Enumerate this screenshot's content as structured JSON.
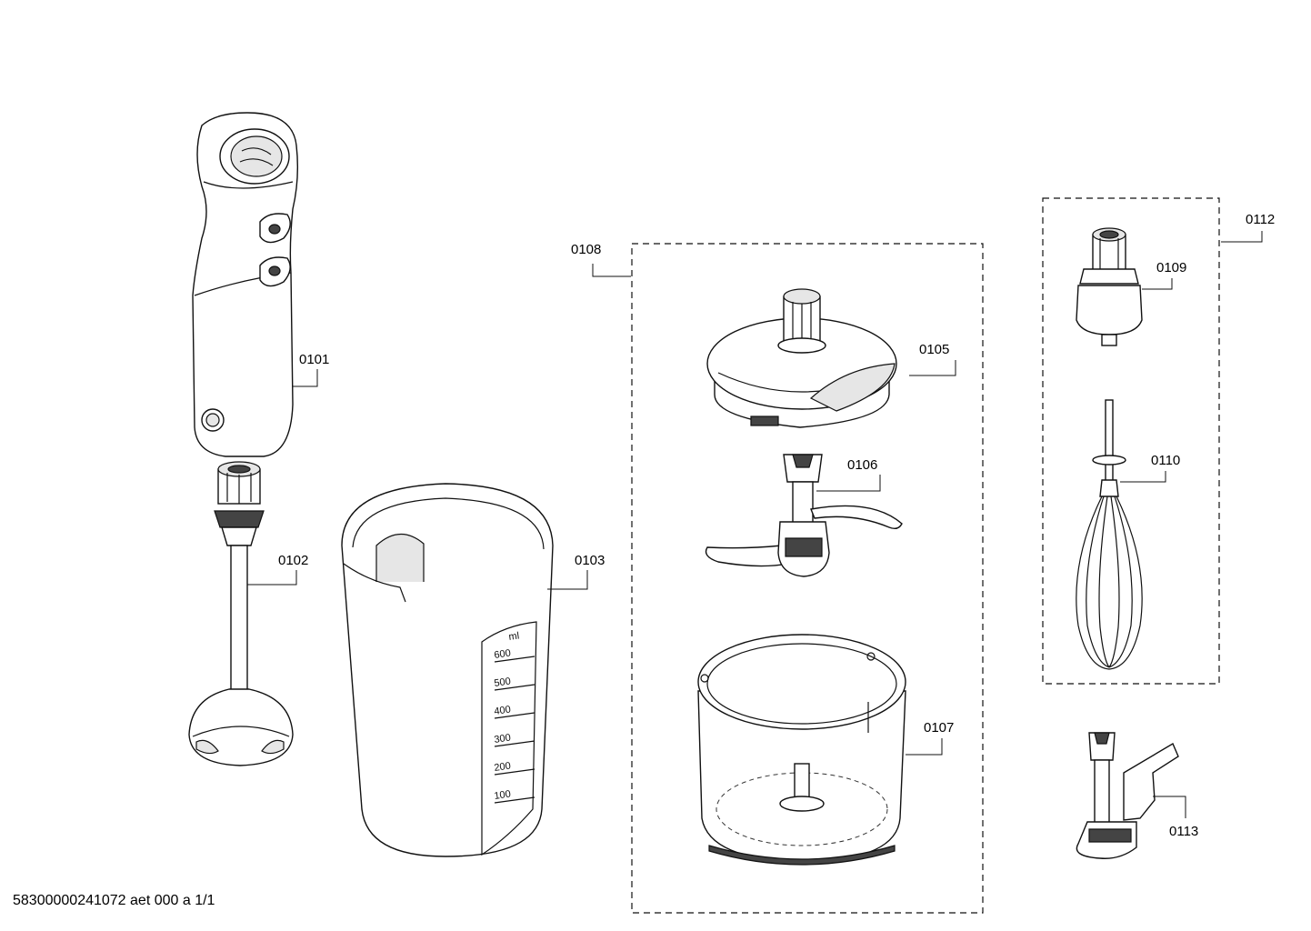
{
  "parts": [
    {
      "id": "0101",
      "icon": "motor-handle-icon"
    },
    {
      "id": "0102",
      "icon": "blender-foot-icon"
    },
    {
      "id": "0103",
      "icon": "measuring-beaker-icon"
    },
    {
      "id": "0105",
      "icon": "chopper-lid-icon"
    },
    {
      "id": "0106",
      "icon": "chopper-blade-icon"
    },
    {
      "id": "0107",
      "icon": "chopper-bowl-icon"
    },
    {
      "id": "0108",
      "icon": "dashed-group-box-icon"
    },
    {
      "id": "0109",
      "icon": "whisk-gearbox-icon"
    },
    {
      "id": "0110",
      "icon": "whisk-icon"
    },
    {
      "id": "0112",
      "icon": "dashed-group-box-icon"
    },
    {
      "id": "0113",
      "icon": "kneading-attachment-icon"
    }
  ],
  "beaker_scale": {
    "unit": "ml",
    "marks": [
      "600",
      "500",
      "400",
      "300",
      "200",
      "100"
    ]
  },
  "footer": "58300000241072 aet 000 a 1/1"
}
